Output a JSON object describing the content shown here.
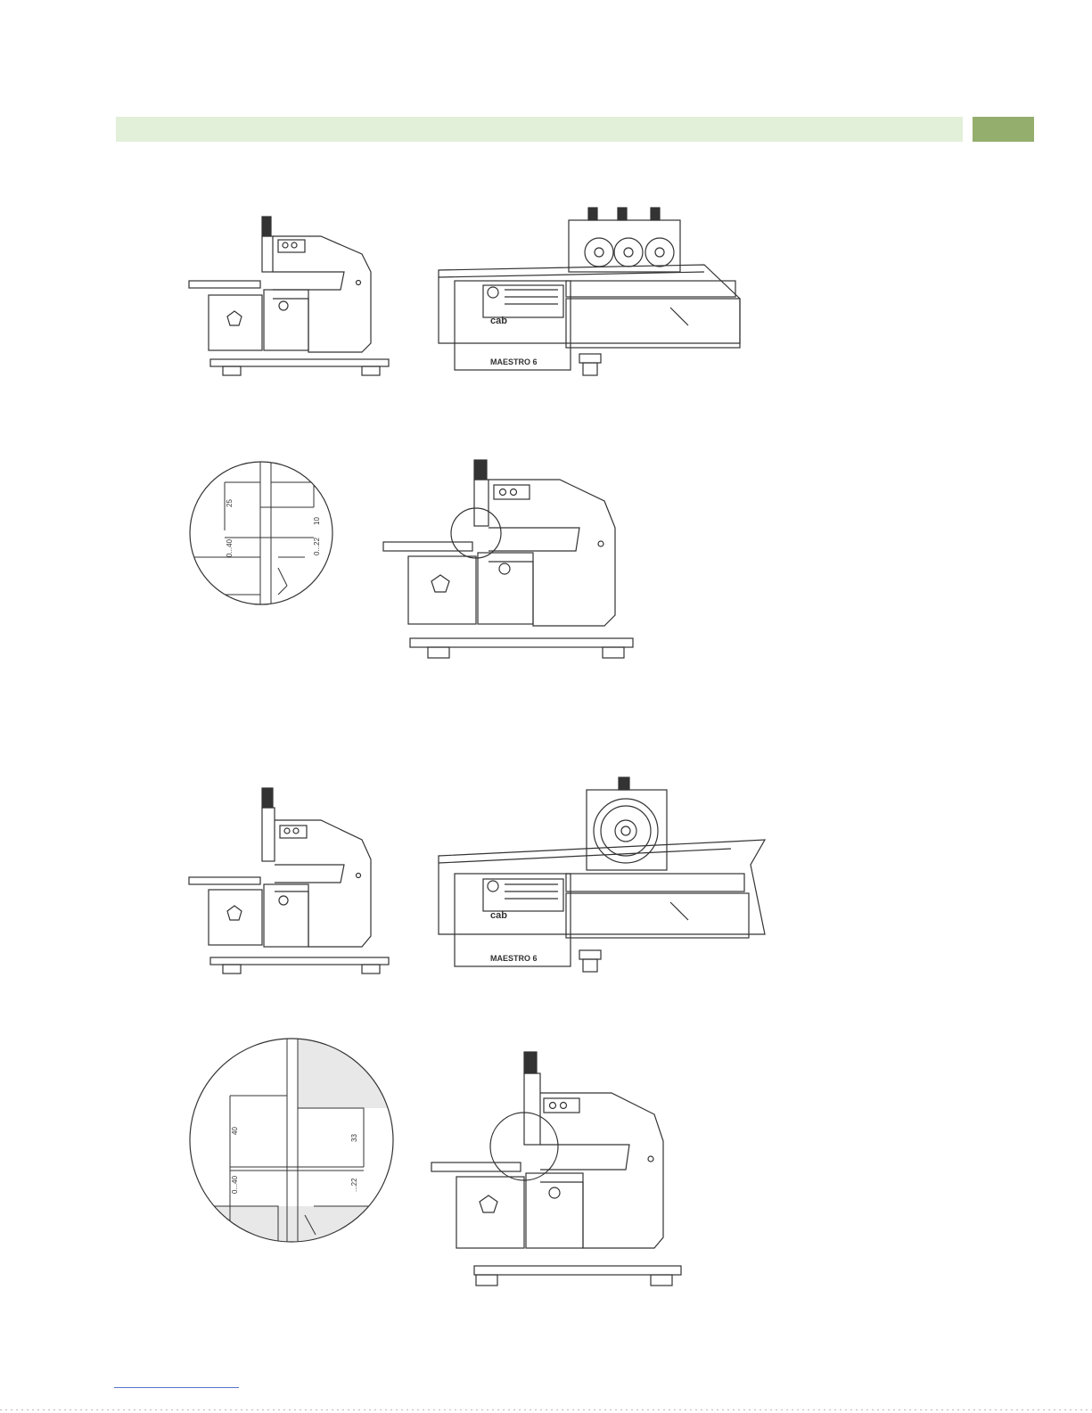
{
  "colors": {
    "header_bar": "#e2efd9",
    "header_tab": "#94ae6d",
    "line": "#333333"
  },
  "section1": {
    "front_view": {
      "brand": "cab",
      "model": "MAESTRO 6"
    },
    "detail": {
      "dim_top": "25",
      "dim_gap": "10",
      "dim_range_left": "0...40",
      "dim_range_right": "0...22"
    }
  },
  "section2": {
    "front_view": {
      "brand": "cab",
      "model": "MAESTRO 6"
    },
    "detail": {
      "dim_top": "40",
      "dim_gap": "33",
      "dim_range_left": "0...40",
      "dim_range_right": "...22"
    }
  }
}
